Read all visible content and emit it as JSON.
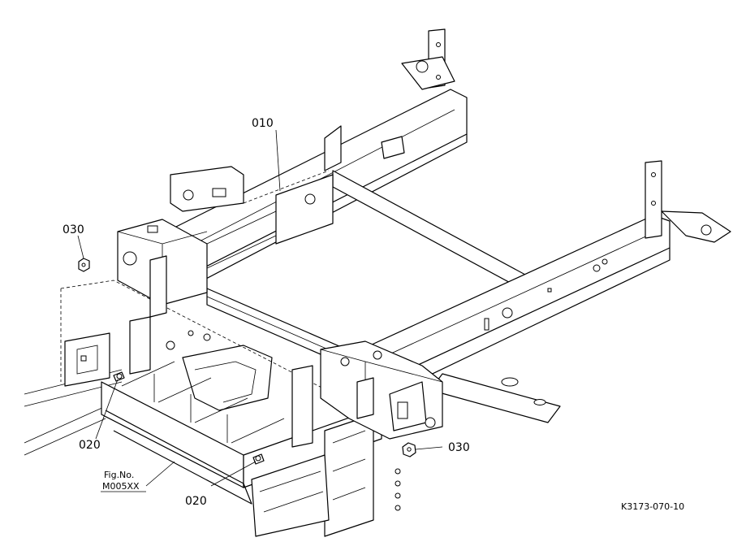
{
  "labels": {
    "part_010": "010",
    "part_030_left": "030",
    "part_030_right": "030",
    "part_020_left": "020",
    "part_020_bottom": "020",
    "fig_ref_line1": "Fig.No.",
    "fig_ref_line2": "M005XX",
    "drawing_code": "K3173-070-10"
  }
}
